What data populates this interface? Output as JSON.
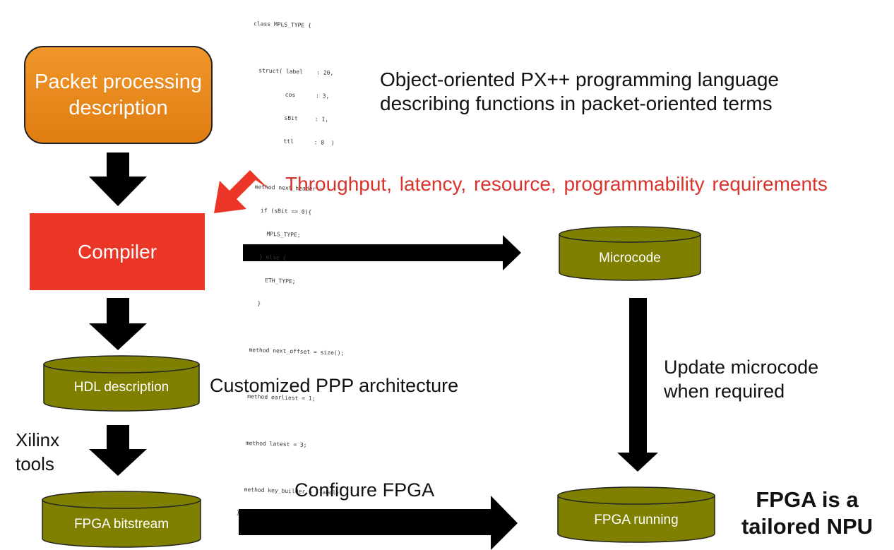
{
  "nodes": {
    "packet_processing": "Packet processing description",
    "compiler": "Compiler",
    "microcode": "Microcode",
    "hdl_description": "HDL description",
    "fpga_bitstream": "FPGA bitstream",
    "fpga_running": "FPGA running"
  },
  "captions": {
    "object_oriented_line1": "Object-oriented PX++ programming language",
    "object_oriented_line2": "describing functions in packet-oriented terms",
    "requirements": "Throughput, latency, resource, programmability requirements",
    "customized_ppp": "Customized PPP architecture",
    "xilinx_line1": "Xilinx",
    "xilinx_line2": "tools",
    "update_line1": "Update microcode",
    "update_line2": "when required",
    "configure_fpga": "Configure FPGA",
    "npu_line1": "FPGA is a",
    "npu_line2": "tailored NPU"
  },
  "code_lines": [
    "class MPLS_TYPE {",
    "",
    "  struct( label    : 20,",
    "          cos      : 3,",
    "          sBit     : 1,",
    "          ttl      : 8  )",
    "",
    "  method next_header =",
    "    if (sBit == 0){",
    "      MPLS_TYPE;",
    "    } else {",
    "      ETH_TYPE;",
    "    }",
    "",
    "  method next_offset = size();",
    "",
    "  method earliest = 1;",
    "",
    "  method latest = 3;",
    "",
    "  method key_builder = (label)",
    "}"
  ],
  "colors": {
    "orange": "#e8891e",
    "red": "#e8352a",
    "olive": "#7f7f00",
    "arrow": "#000000",
    "requirements_text": "#d9342b"
  }
}
